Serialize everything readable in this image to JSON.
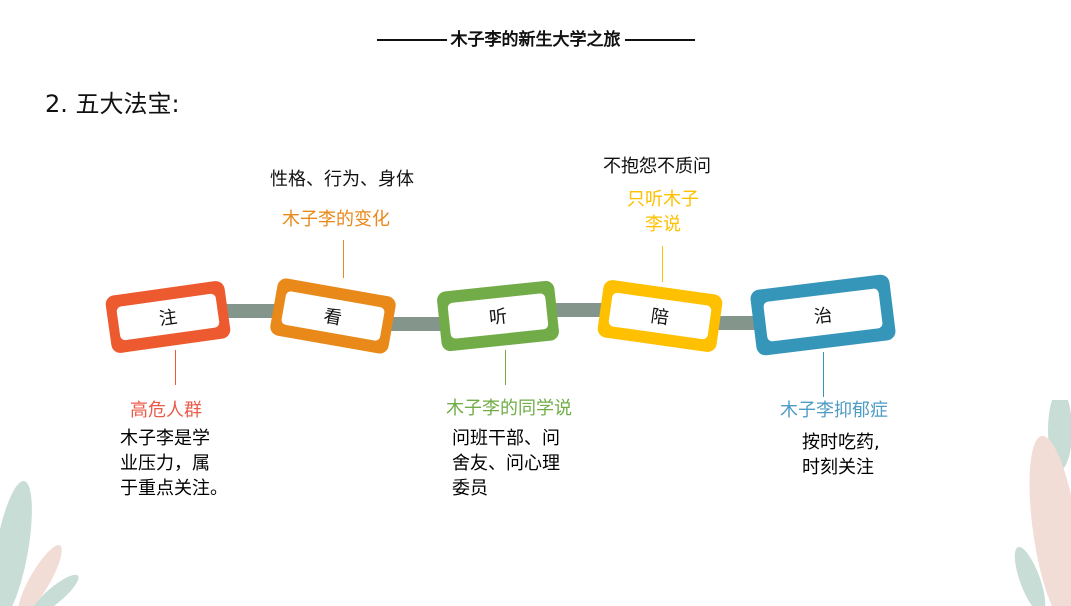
{
  "title": "木子李的新生大学之旅",
  "subtitle": "2. 五大法宝:",
  "links": [
    {
      "label": "注",
      "color": "#EE5A2F"
    },
    {
      "label": "看",
      "color": "#E8891A"
    },
    {
      "label": "听",
      "color": "#72AC48"
    },
    {
      "label": "陪",
      "color": "#FFC000"
    },
    {
      "label": "治",
      "color": "#3596BA"
    }
  ],
  "annotations": {
    "zhu": {
      "heading": "高危人群",
      "body": [
        "木子李是学",
        "业压力，属",
        "于重点关注。"
      ]
    },
    "kan": {
      "top": "性格、行为、身体",
      "heading": "木子李的变化"
    },
    "ting": {
      "heading": "木子李的同学说",
      "body": [
        "问班干部、问",
        "舍友、问心理",
        "委员"
      ]
    },
    "pei": {
      "top": "不抱怨不质问",
      "heading": [
        "只听木子",
        "李说"
      ]
    },
    "zhi": {
      "heading": "木子李抑郁症",
      "body": [
        "按时吃药,",
        "时刻关注"
      ]
    }
  }
}
